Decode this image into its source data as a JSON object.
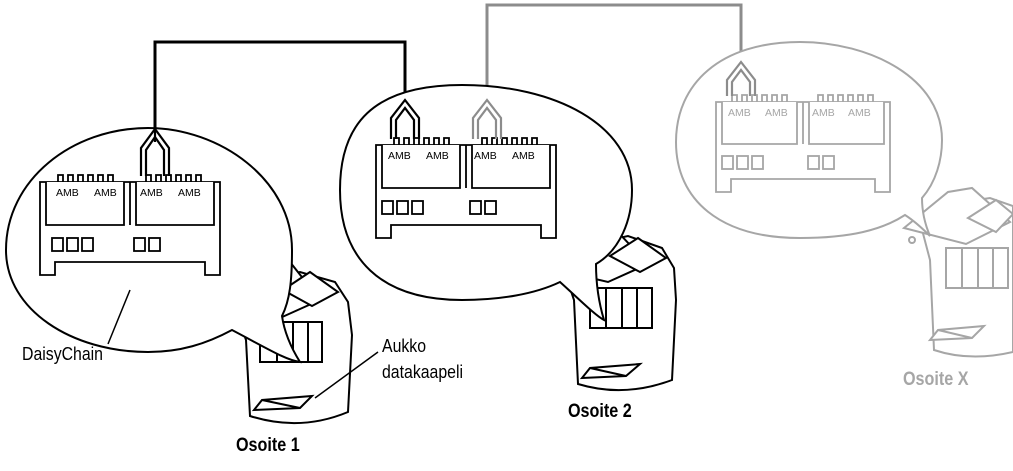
{
  "labels": {
    "daisychain": "DaisyChain",
    "opening_line1": "Aukko",
    "opening_line2": "datakaapeli",
    "address1": "Osoite 1",
    "address2": "Osoite 2",
    "addressX": "Osoite X"
  },
  "board": {
    "connector_label": "AMB"
  },
  "colors": {
    "primary_line": "#000000",
    "secondary_line": "#8c8c8c",
    "faded": "#a6a6a6"
  }
}
